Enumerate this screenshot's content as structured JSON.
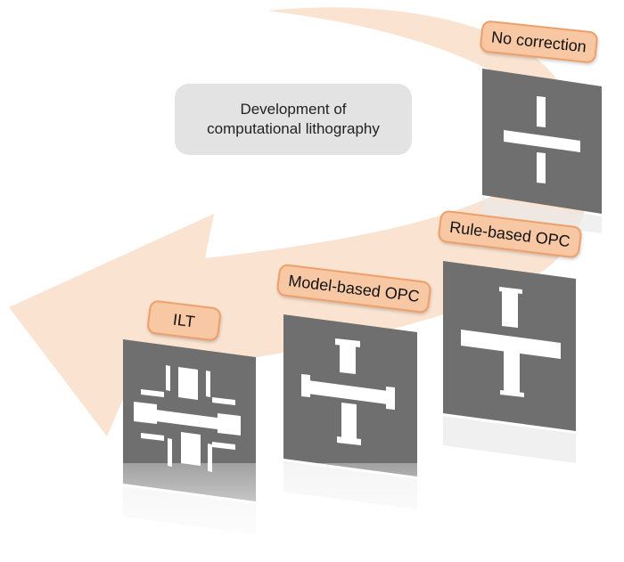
{
  "title": {
    "line1": "Development of",
    "line2": "computational lithography"
  },
  "stages": [
    {
      "id": "no-correction",
      "label": "No correction"
    },
    {
      "id": "rule-based-opc",
      "label": "Rule-based OPC"
    },
    {
      "id": "model-based-opc",
      "label": "Model-based OPC"
    },
    {
      "id": "ilt",
      "label": "ILT"
    }
  ],
  "colors": {
    "arrow": "#fbe1cf",
    "tag_fill": "#f8c8a4",
    "tag_border": "#eda06a",
    "panel": "#6f6f6f",
    "panel_edge": "#5a5a5a",
    "pattern": "#ffffff",
    "title_box": "#e3e3e3"
  }
}
